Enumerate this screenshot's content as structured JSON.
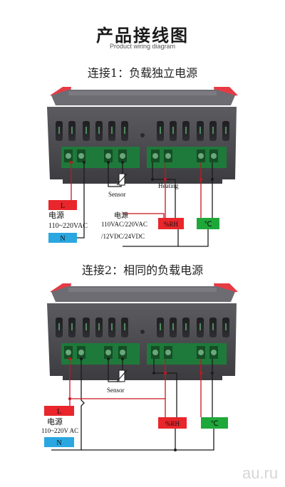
{
  "header": {
    "title": "产品接线图",
    "subtitle": "Product wiring diagram"
  },
  "diagram1": {
    "title": "连接1：负载独立电源",
    "label_L": "L",
    "label_N": "N",
    "power_label": "电源",
    "power_voltage": "110~220VAC",
    "sensor_label": "Sensor",
    "heating_label": "Heating",
    "load_power_label": "电源",
    "load_power_ac": "110VAC/220VAC",
    "load_power_dc": "/12VDC/24VDC",
    "box_rh": "%RH",
    "box_c": "℃"
  },
  "diagram2": {
    "title": "连接2：相同的负载电源",
    "label_L": "L",
    "label_N": "N",
    "power_label": "电源",
    "power_voltage": "110~220V AC",
    "sensor_label": "Sensor",
    "box_rh": "%RH",
    "box_c": "℃"
  },
  "watermark": {
    "text": "au.ru"
  },
  "colors": {
    "red_box": "#e8262b",
    "blue_box": "#2aa7e0",
    "green_box": "#1fa83a",
    "device_body": "#4a4a4e",
    "terminal_green": "#1e7a3a",
    "bezel_red": "#e63a45",
    "wire_red": "#c8141e",
    "wire_black": "#1b1b1b"
  }
}
